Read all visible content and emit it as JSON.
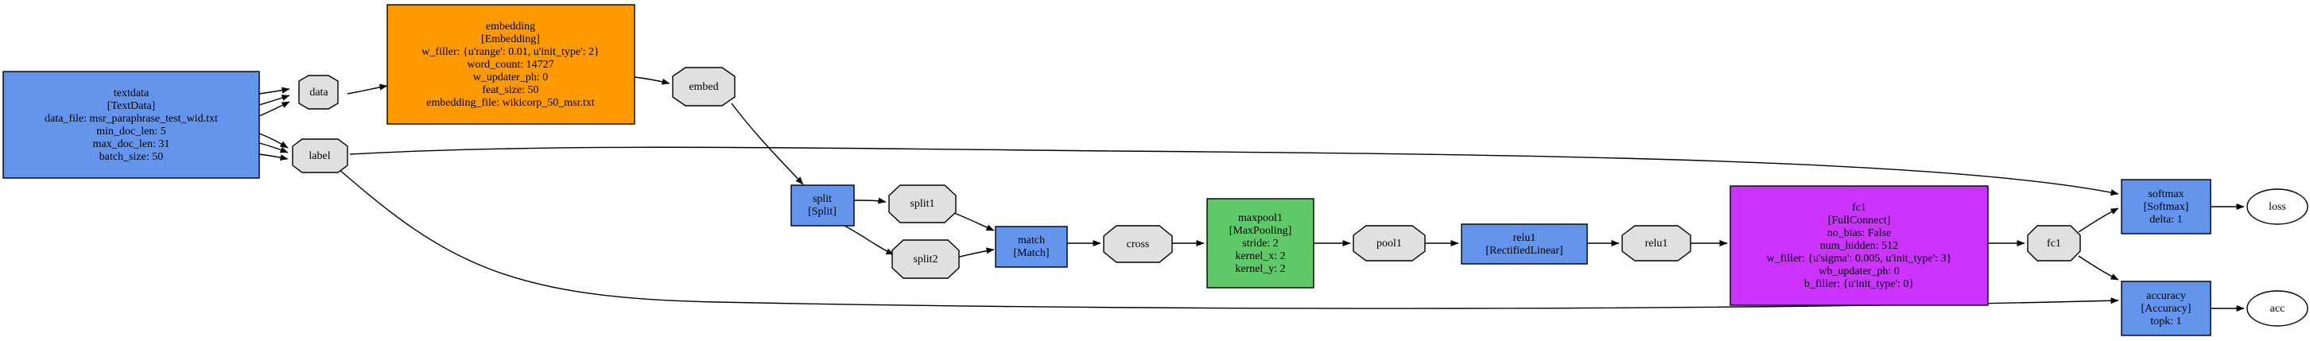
{
  "colors": {
    "data_layer": "#6495ed",
    "embedding_layer": "#ff9900",
    "pooling_layer": "#5fc869",
    "fullconnect_layer": "#cc33ff",
    "blob": "#e0e0e0",
    "output": "#ffffff"
  },
  "nodes": {
    "textdata": {
      "lines": [
        "textdata",
        "[TextData]",
        "data_file: msr_paraphrase_test_wid.txt",
        "min_doc_len: 5",
        "max_doc_len: 31",
        "batch_size: 50"
      ]
    },
    "embedding": {
      "lines": [
        "embedding",
        "[Embedding]",
        "w_filler: {u'range': 0.01, u'init_type': 2}",
        "word_count: 14727",
        "w_updater_ph: 0",
        "feat_size: 50",
        "embedding_file: wikicorp_50_msr.txt"
      ]
    },
    "data": {
      "lines": [
        "data"
      ]
    },
    "label": {
      "lines": [
        "label"
      ]
    },
    "embed": {
      "lines": [
        "embed"
      ]
    },
    "split": {
      "lines": [
        "split",
        "[Split]"
      ]
    },
    "split1": {
      "lines": [
        "split1"
      ]
    },
    "split2": {
      "lines": [
        "split2"
      ]
    },
    "match": {
      "lines": [
        "match",
        "[Match]"
      ]
    },
    "cross": {
      "lines": [
        "cross"
      ]
    },
    "maxpool1": {
      "lines": [
        "maxpool1",
        "[MaxPooling]",
        "stride: 2",
        "kernel_x: 2",
        "kernel_y: 2"
      ]
    },
    "pool1": {
      "lines": [
        "pool1"
      ]
    },
    "relu1_layer": {
      "lines": [
        "relu1",
        "[RectifiedLinear]"
      ]
    },
    "relu1_blob": {
      "lines": [
        "relu1"
      ]
    },
    "fc1_layer": {
      "lines": [
        "fc1",
        "[FullConnect]",
        "no_bias: False",
        "num_hidden: 512",
        "w_filler: {u'sigma': 0.005, u'init_type': 3}",
        "wb_updater_ph: 0",
        "b_filler: {u'init_type': 0}"
      ]
    },
    "fc1_blob": {
      "lines": [
        "fc1"
      ]
    },
    "softmax": {
      "lines": [
        "softmax",
        "[Softmax]",
        "delta: 1"
      ]
    },
    "accuracy": {
      "lines": [
        "accuracy",
        "[Accuracy]",
        "topk: 1"
      ]
    },
    "loss": {
      "lines": [
        "loss"
      ]
    },
    "acc": {
      "lines": [
        "acc"
      ]
    }
  }
}
